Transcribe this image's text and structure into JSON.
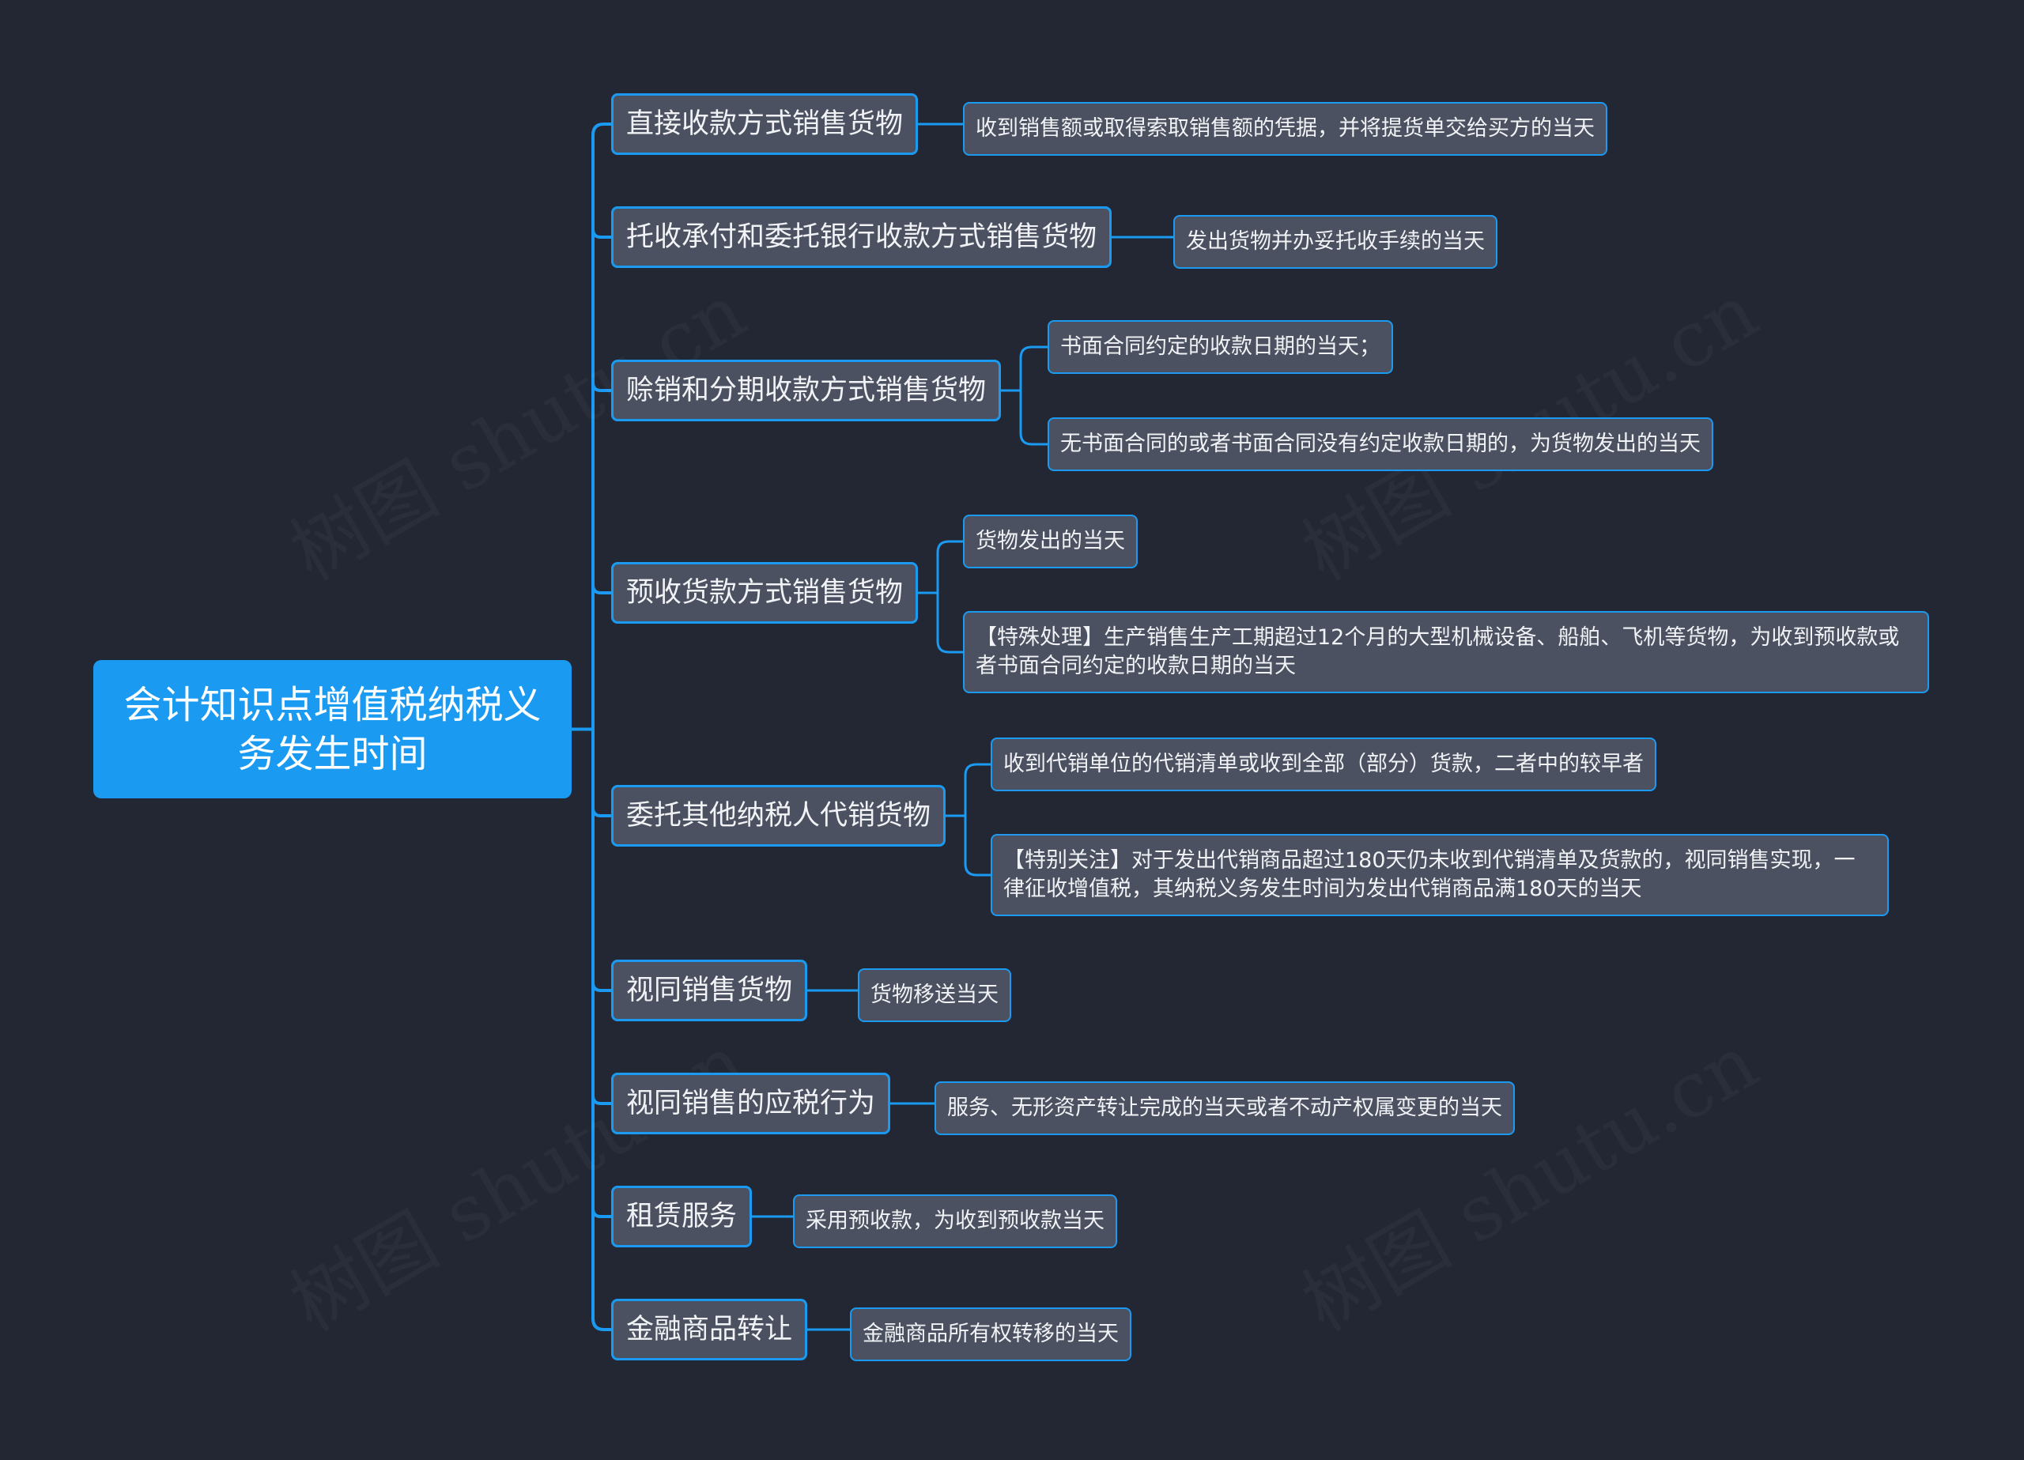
{
  "root": {
    "title": "会计知识点增值税纳税义务发生时间"
  },
  "branches": [
    {
      "label": "直接收款方式销售货物",
      "leaves": [
        "收到销售额或取得索取销售额的凭据，并将提货单交给买方的当天"
      ]
    },
    {
      "label": "托收承付和委托银行收款方式销售货物",
      "leaves": [
        "发出货物并办妥托收手续的当天"
      ]
    },
    {
      "label": "赊销和分期收款方式销售货物",
      "leaves": [
        "书面合同约定的收款日期的当天；",
        "无书面合同的或者书面合同没有约定收款日期的，为货物发出的当天"
      ]
    },
    {
      "label": "预收货款方式销售货物",
      "leaves": [
        "货物发出的当天",
        "【特殊处理】生产销售生产工期超过12个月的大型机械设备、船舶、飞机等货物，为收到预收款或者书面合同约定的收款日期的当天"
      ]
    },
    {
      "label": "委托其他纳税人代销货物",
      "leaves": [
        "收到代销单位的代销清单或收到全部（部分）货款，二者中的较早者",
        "【特别关注】对于发出代销商品超过180天仍未收到代销清单及货款的，视同销售实现，一律征收增值税，其纳税义务发生时间为发出代销商品满180天的当天"
      ]
    },
    {
      "label": "视同销售货物",
      "leaves": [
        "货物移送当天"
      ]
    },
    {
      "label": "视同销售的应税行为",
      "leaves": [
        "服务、无形资产转让完成的当天或者不动产权属变更的当天"
      ]
    },
    {
      "label": "租赁服务",
      "leaves": [
        "采用预收款，为收到预收款当天"
      ]
    },
    {
      "label": "金融商品转让",
      "leaves": [
        "金融商品所有权转移的当天"
      ]
    }
  ],
  "watermark": "树图 shutu.cn",
  "colors": {
    "background": "#232734",
    "accent": "#1b9af2",
    "node": "#4b5160",
    "text": "#f1f2f5"
  }
}
